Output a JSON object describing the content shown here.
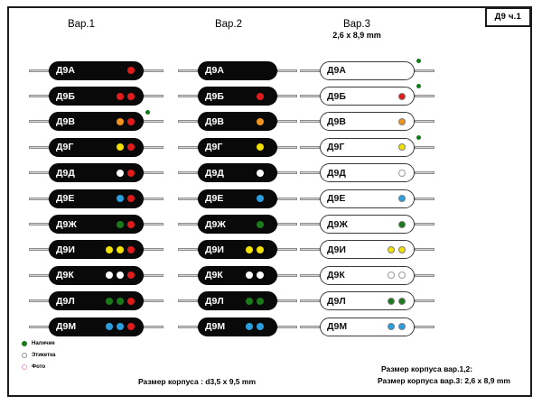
{
  "sheet": {
    "badge": "Д9 ч.1"
  },
  "columns": [
    {
      "id": "var1",
      "title": "Вар.1",
      "subtitle": "",
      "style": "dark"
    },
    {
      "id": "var2",
      "title": "Вар.2",
      "subtitle": "",
      "style": "dark"
    },
    {
      "id": "var3",
      "title": "Вар.3",
      "subtitle": "2,6 x 8,9 mm",
      "style": "light"
    }
  ],
  "colors": {
    "red": "#e01b1b",
    "orange": "#f0941e",
    "yellow": "#f2e000",
    "white": "#ffffff",
    "blue": "#2a9fe0",
    "green": "#1a7a1a",
    "green_marker": "#0f7a18",
    "grey": "#8f8f8f",
    "pink": "#e49ad0",
    "body_dark": "#090909",
    "body_light": "#ffffff",
    "lead": "#d8d8d8",
    "frame": "#1a1a1a"
  },
  "var1": {
    "rows": [
      {
        "label": "Д9А",
        "dots": [
          "red"
        ],
        "available": false
      },
      {
        "label": "Д9Б",
        "dots": [
          "red",
          "red"
        ],
        "available": false
      },
      {
        "label": "Д9В",
        "dots": [
          "orange",
          "red"
        ],
        "available": true
      },
      {
        "label": "Д9Г",
        "dots": [
          "yellow",
          "red"
        ],
        "available": false
      },
      {
        "label": "Д9Д",
        "dots": [
          "white",
          "red"
        ],
        "available": false
      },
      {
        "label": "Д9Е",
        "dots": [
          "blue",
          "red"
        ],
        "available": false
      },
      {
        "label": "Д9Ж",
        "dots": [
          "green",
          "red"
        ],
        "available": false
      },
      {
        "label": "Д9И",
        "dots": [
          "yellow",
          "yellow",
          "red"
        ],
        "available": false
      },
      {
        "label": "Д9К",
        "dots": [
          "white",
          "white",
          "red"
        ],
        "available": false
      },
      {
        "label": "Д9Л",
        "dots": [
          "green",
          "green",
          "red"
        ],
        "available": false
      },
      {
        "label": "Д9М",
        "dots": [
          "blue",
          "blue",
          "red"
        ],
        "available": false
      }
    ]
  },
  "var2": {
    "rows": [
      {
        "label": "Д9А",
        "dots": [],
        "available": false
      },
      {
        "label": "Д9Б",
        "dots": [
          "red"
        ],
        "available": false
      },
      {
        "label": "Д9В",
        "dots": [
          "orange"
        ],
        "available": false
      },
      {
        "label": "Д9Г",
        "dots": [
          "yellow"
        ],
        "available": false
      },
      {
        "label": "Д9Д",
        "dots": [
          "white"
        ],
        "available": false
      },
      {
        "label": "Д9Е",
        "dots": [
          "blue"
        ],
        "available": false
      },
      {
        "label": "Д9Ж",
        "dots": [
          "green"
        ],
        "available": false
      },
      {
        "label": "Д9И",
        "dots": [
          "yellow",
          "yellow"
        ],
        "available": false
      },
      {
        "label": "Д9К",
        "dots": [
          "white",
          "white"
        ],
        "available": false
      },
      {
        "label": "Д9Л",
        "dots": [
          "green",
          "green"
        ],
        "available": false
      },
      {
        "label": "Д9М",
        "dots": [
          "blue",
          "blue"
        ],
        "available": false
      }
    ]
  },
  "var3": {
    "rows": [
      {
        "label": "Д9А",
        "dots": [],
        "available": true
      },
      {
        "label": "Д9Б",
        "dots": [
          "red"
        ],
        "available": true
      },
      {
        "label": "Д9В",
        "dots": [
          "orange"
        ],
        "available": false
      },
      {
        "label": "Д9Г",
        "dots": [
          "yellow"
        ],
        "available": true
      },
      {
        "label": "Д9Д",
        "dots": [
          "hollow"
        ],
        "available": false
      },
      {
        "label": "Д9Е",
        "dots": [
          "blue"
        ],
        "available": false
      },
      {
        "label": "Д9Ж",
        "dots": [
          "green"
        ],
        "available": false
      },
      {
        "label": "Д9И",
        "dots": [
          "yellow",
          "yellow"
        ],
        "available": false
      },
      {
        "label": "Д9К",
        "dots": [
          "hollow",
          "hollow"
        ],
        "available": false
      },
      {
        "label": "Д9Л",
        "dots": [
          "green",
          "green"
        ],
        "available": false
      },
      {
        "label": "Д9М",
        "dots": [
          "blue",
          "blue"
        ],
        "available": false
      }
    ]
  },
  "legend": {
    "items": [
      {
        "label": "Наличие",
        "color": "#1a7a1a",
        "style": "solid"
      },
      {
        "label": "Этикетка",
        "color": "#8f8f8f",
        "style": "ring"
      },
      {
        "label": "Фото",
        "color": "#e49ad0",
        "style": "ring"
      }
    ]
  },
  "captions": {
    "bottom_center": "Размер корпуса : d3,5 x 9,5 mm",
    "right_line1": "Размер корпуса вар.1,2:",
    "right_line2": "Размер корпуса вар.3: 2,6 x 8,9 mm"
  }
}
